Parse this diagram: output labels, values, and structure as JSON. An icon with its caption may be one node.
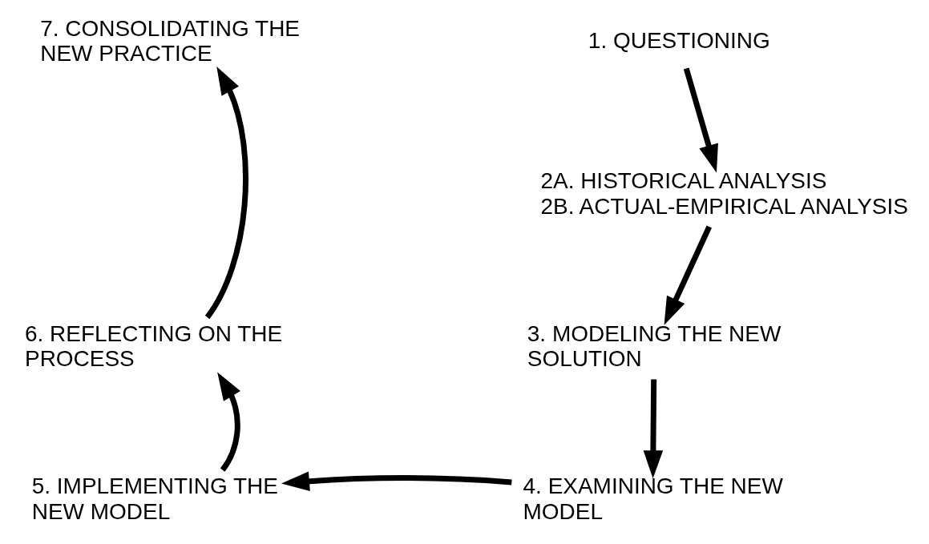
{
  "diagram": {
    "nodes": [
      {
        "text": [
          "1. QUESTIONING"
        ]
      },
      {
        "text": [
          "2A. HISTORICAL ANALYSIS",
          "2B. ACTUAL-EMPIRICAL ANALYSIS"
        ]
      },
      {
        "text": [
          "3. MODELING THE NEW SOLUTION"
        ]
      },
      {
        "text": [
          "4. EXAMINING THE NEW MODEL"
        ]
      },
      {
        "text": [
          "5. IMPLEMENTING THE NEW MODEL"
        ]
      },
      {
        "text": [
          "6. REFLECTING ON THE PROCESS"
        ]
      },
      {
        "text": [
          "7. CONSOLIDATING THE NEW PRACTICE"
        ]
      }
    ],
    "edges": [
      {
        "from": 0,
        "to": 1,
        "arrow": "to"
      },
      {
        "from": 1,
        "to": 2,
        "arrow": "to"
      },
      {
        "from": 2,
        "to": 3,
        "arrow": "to"
      },
      {
        "from": 3,
        "to": 4,
        "arrow": "to"
      },
      {
        "from": 4,
        "to": 5,
        "arrow": "to"
      },
      {
        "from": 5,
        "to": 6,
        "arrow": "to"
      }
    ]
  }
}
